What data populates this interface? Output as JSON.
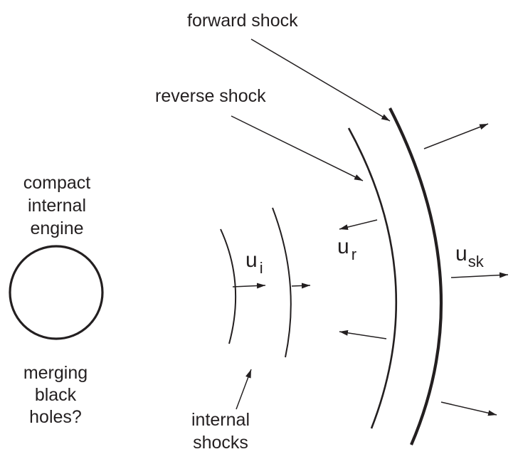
{
  "labels": {
    "forward_shock": "forward shock",
    "reverse_shock": "reverse shock",
    "engine": [
      "compact",
      "internal",
      "engine"
    ],
    "merging": [
      "merging",
      "black",
      "holes?"
    ],
    "internal_shocks": [
      "internal",
      "shocks"
    ]
  },
  "symbols": {
    "u_i": {
      "base": "u",
      "sub": "i"
    },
    "u_r": {
      "base": "u",
      "sub": "r"
    },
    "u_sk": {
      "base": "u",
      "sub": "sk"
    }
  },
  "colors": {
    "ink": "#231f20",
    "background": "#ffffff"
  }
}
